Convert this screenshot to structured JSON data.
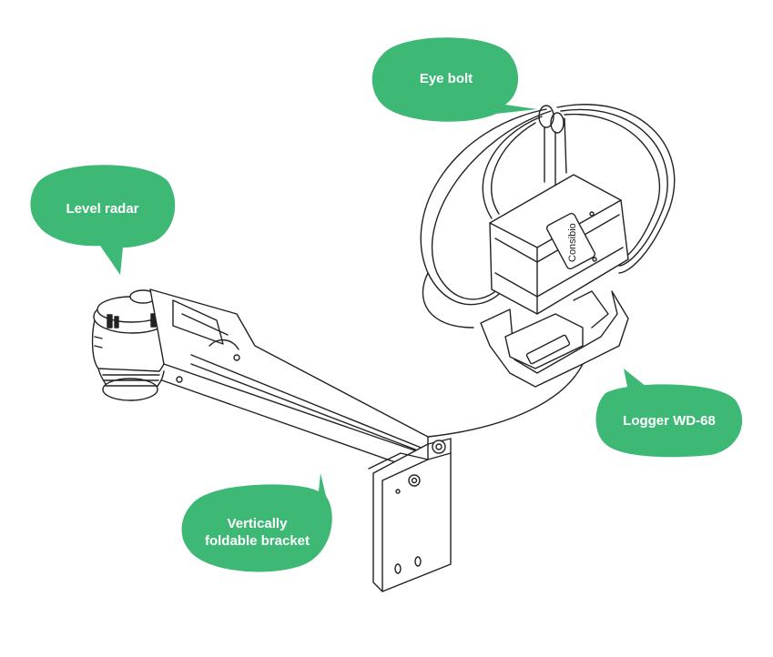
{
  "diagram": {
    "callout_color": "#3db875",
    "callouts": {
      "eye_bolt": "Eye bolt",
      "level_radar": "Level radar",
      "logger": "Logger WD-68",
      "bracket_line1": "Vertically",
      "bracket_line2": "foldable bracket"
    },
    "logger_brand": "Consibio"
  }
}
